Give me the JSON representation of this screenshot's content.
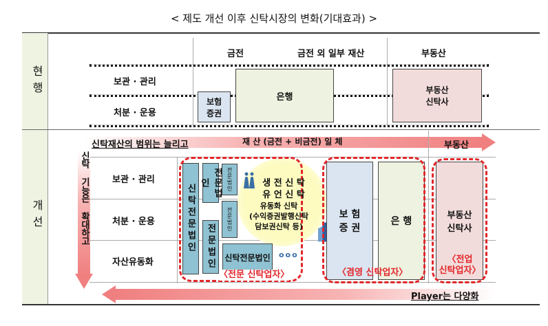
{
  "title": "< 제도 개선 이후 신탁시장의 변화(기대효과) >",
  "current": {
    "label": "현행",
    "cols": [
      "금전",
      "금전 외 일부 재산",
      "부동산"
    ],
    "rows": [
      "보관 · 관리",
      "처분 · 운용"
    ],
    "boxes": {
      "insurance": "보험\n증권",
      "bank": "은행",
      "realestate": "부동산\n신탁사"
    }
  },
  "improved": {
    "label": "개선",
    "scope_text": "신탁재산의 범위는 늘리고",
    "asset_text": "재 산 (금전 + 비금전) 일 체",
    "realestate_header": "부동산",
    "function_text": "신탁 기능은 확대하고",
    "player_text": "Player는 다양화",
    "rows": [
      "보관 · 관리",
      "처분 · 운용",
      "자산유동화"
    ],
    "boxes": {
      "trust_specialist_tall": "신탁전문법인",
      "specialist1": "전문법인",
      "specialist2": "전문법인",
      "specialist_small1": "전문법인",
      "specialist_small2": "전문법인",
      "trust_specialist_wide": "신탁전문법인",
      "ellipsis": "ooo",
      "insurance": "보 험\n증 권",
      "bank": "은 행",
      "realestate": "부동산\n신탁사"
    },
    "bubble": [
      "생 전 신 탁",
      "유 언 신 탁",
      "유동화 신탁",
      "(수익증권발행신탁",
      "담보권신탁 등)"
    ],
    "groups": {
      "specialist": "〈전문 신탁업자〉",
      "concurrent": "〈겸영 신탁업자〉",
      "dedicated": "〈전업\n신탁업자〉"
    }
  },
  "colors": {
    "accent_red": "#e2262a",
    "teal": "#8fc2d2",
    "blue_box": "#dbe5f1",
    "green_box": "#eef2e0",
    "pink_box": "#f2dcdb",
    "bubble": "#fdfbc0"
  }
}
